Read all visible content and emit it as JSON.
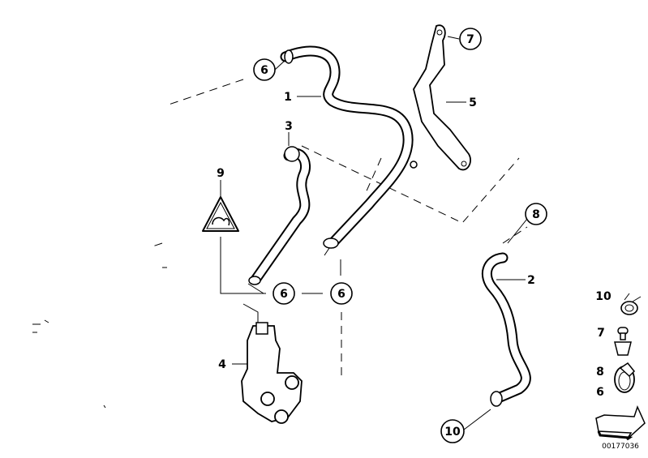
{
  "diagram": {
    "callouts": {
      "c6_top": "6",
      "c7_top": "7",
      "l1": "1",
      "l5": "5",
      "l3": "3",
      "l9": "9",
      "c8": "8",
      "l2": "2",
      "c6_mid_left": "6",
      "c6_mid_right": "6",
      "l4": "4",
      "c10": "10"
    },
    "legend": [
      {
        "number": "10",
        "icon": "hose-clamp-icon"
      },
      {
        "number": "7",
        "icon": "push-rivet-icon"
      },
      {
        "number": "8",
        "icon": "worm-clamp-icon"
      },
      {
        "number": "6",
        "icon": "worm-clamp-icon"
      }
    ],
    "diagram_code": "00177036"
  }
}
